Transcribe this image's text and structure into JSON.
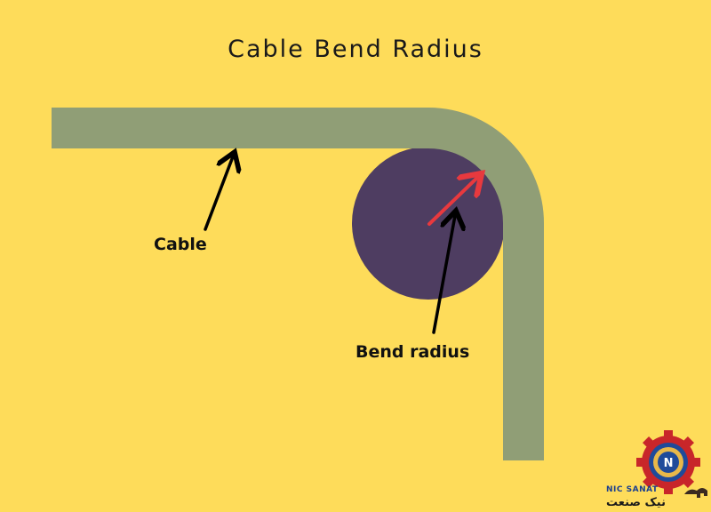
{
  "title": "Cable Bend Radius",
  "labels": {
    "cable": "Cable",
    "bend_radius": "Bend radius"
  },
  "colors": {
    "background": "#fedc5a",
    "cable": "#909e76",
    "bend_circle": "#4e3d61",
    "radius_arrow": "#e8393e",
    "pointer_arrow": "#000000"
  },
  "logo": {
    "text_en": "NIC SANAT",
    "text_fa": "نیک صنعت"
  }
}
